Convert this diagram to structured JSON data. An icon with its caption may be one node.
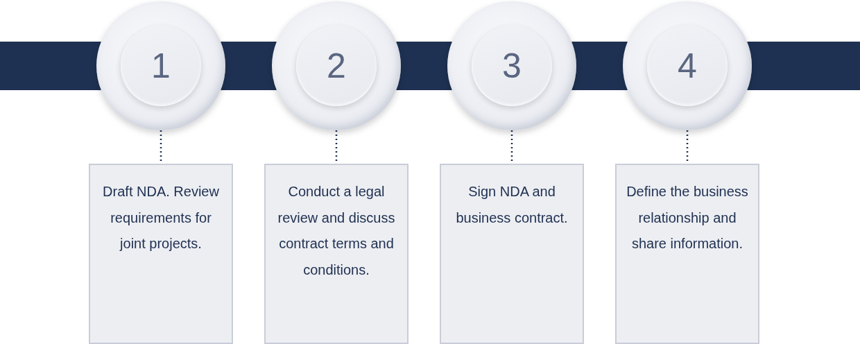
{
  "diagram": {
    "nodes": [
      {
        "text": [
          "1"
        ]
      },
      {
        "text": [
          "2"
        ]
      },
      {
        "text": [
          "3"
        ]
      },
      {
        "text": [
          "4"
        ]
      },
      {
        "text": [
          "Draft NDA. Review requirements for joint projects."
        ]
      },
      {
        "text": [
          "Conduct a legal review and discuss contract terms and conditions."
        ]
      },
      {
        "text": [
          "Sign NDA and business contract."
        ]
      },
      {
        "text": [
          "Define the business relationship and share information."
        ]
      }
    ],
    "edges": [
      {
        "from": 0,
        "to": 4,
        "arrow": "none",
        "style": "dashed"
      },
      {
        "from": 1,
        "to": 5,
        "arrow": "none",
        "style": "dashed"
      },
      {
        "from": 2,
        "to": 6,
        "arrow": "none",
        "style": "dashed"
      },
      {
        "from": 3,
        "to": 7,
        "arrow": "none",
        "style": "dashed"
      }
    ]
  }
}
